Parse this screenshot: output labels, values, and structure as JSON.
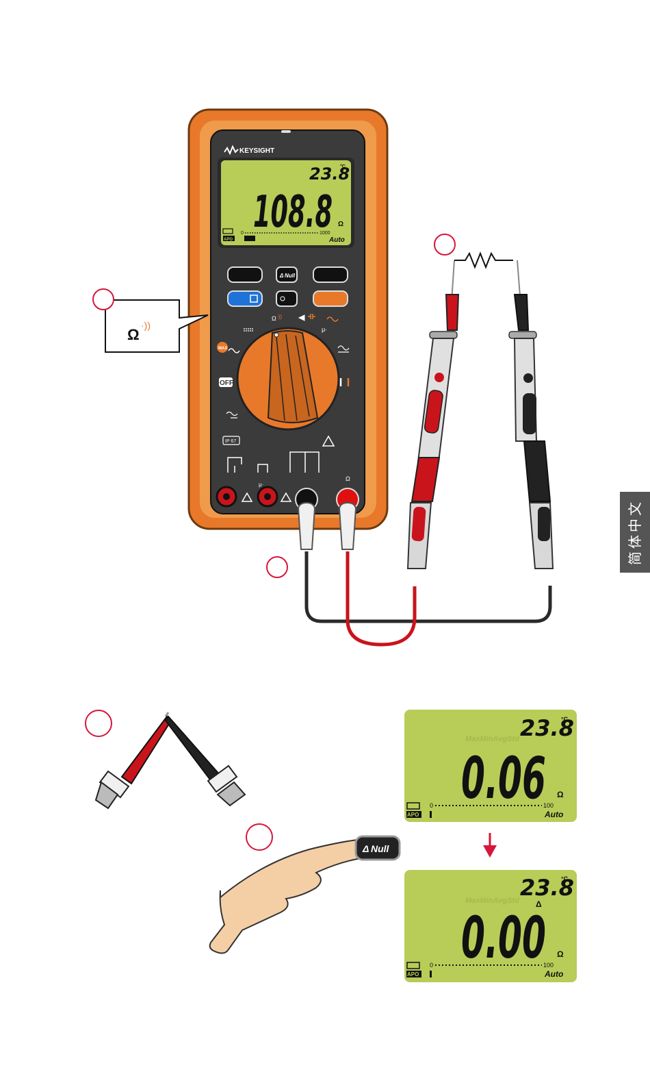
{
  "side_tab": {
    "label": "简体中文"
  },
  "brand": "KEYSIGHT",
  "meter": {
    "temperature": "23.8",
    "temperature_unit": "°C",
    "reading": "108.8",
    "unit": "Ω",
    "scale_start": "0",
    "scale_end": "1000",
    "range_mode": "Auto",
    "apo": "APO"
  },
  "keys": {
    "null_label": "Null",
    "null_symbol": "Δ"
  },
  "dial": {
    "off_label": "OFF",
    "ip_label": "IP 67",
    "max_label": "MAX",
    "ohm_label": "Ω",
    "mu_label": "μ·"
  },
  "callout": {
    "symbol": "Ω",
    "buzzer": "·))"
  },
  "display1": {
    "temperature": "23.8",
    "temperature_unit": "°C",
    "reading": "0.06",
    "unit": "Ω",
    "scale_start": "0",
    "scale_end": "100",
    "range_mode": "Auto",
    "apo": "APO",
    "ghost_text": "MaxMinAvgStd"
  },
  "display2": {
    "temperature": "23.8",
    "temperature_unit": "°C",
    "null_indicator": "Δ",
    "reading": "0.00",
    "unit": "Ω",
    "scale_start": "0",
    "scale_end": "100",
    "range_mode": "Auto",
    "apo": "APO",
    "ghost_text": "MaxMinAvgStd"
  },
  "colors": {
    "accent_red": "#d6163a",
    "case_orange": "#e8792a",
    "lcd_green": "#b8cc58",
    "body_dark": "#3b3b3b",
    "lead_red": "#c9141c",
    "side_tab_bg": "#555555"
  }
}
